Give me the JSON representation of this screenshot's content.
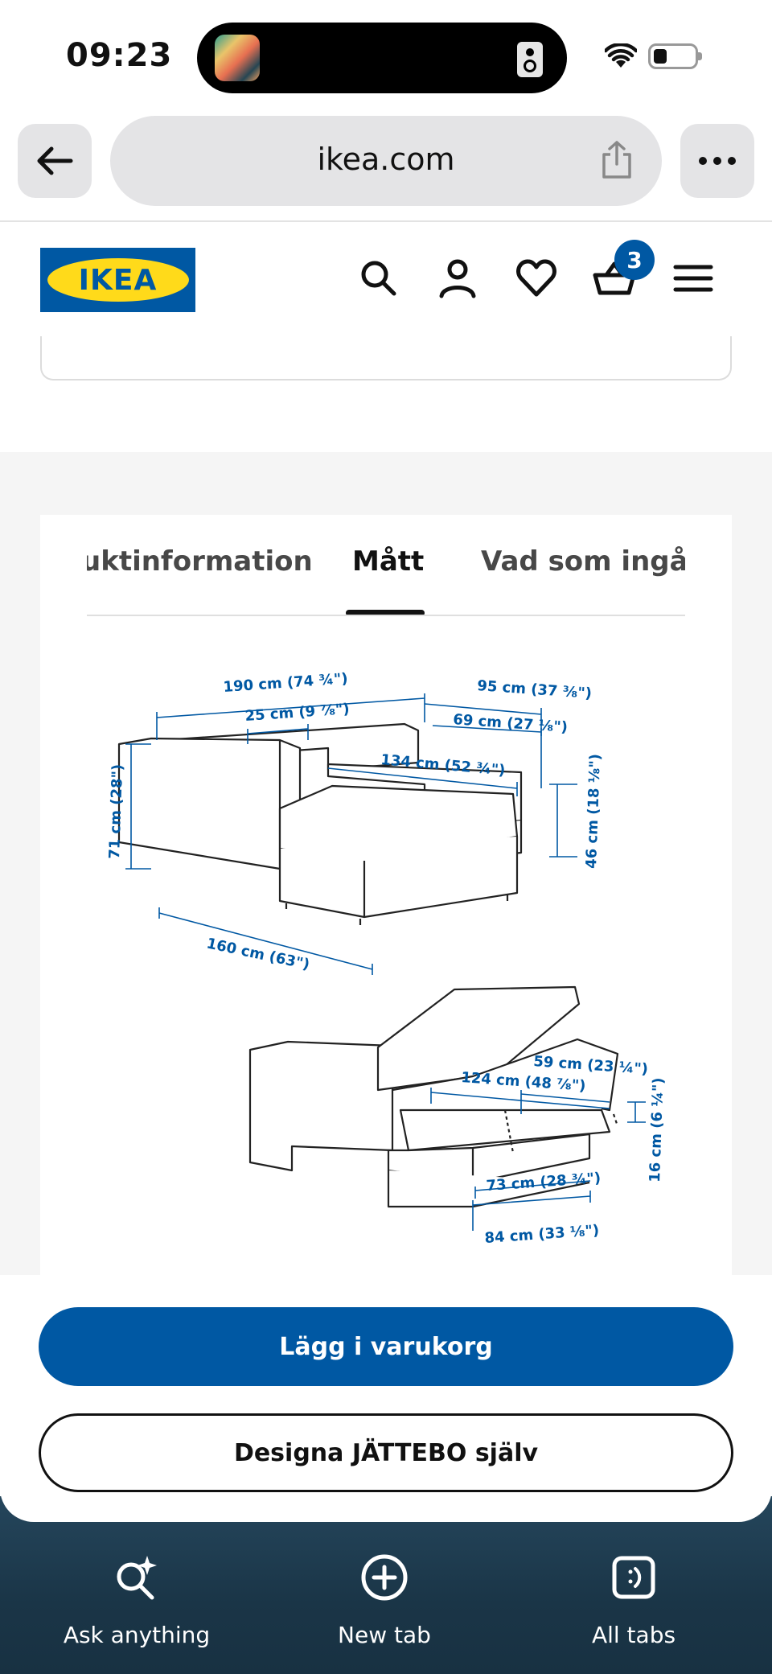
{
  "status_bar": {
    "time": "09:23",
    "icons": [
      "music-thumbnail-icon",
      "speaker-icon",
      "wifi-icon",
      "battery-icon"
    ]
  },
  "url_bar": {
    "url": "ikea.com",
    "icons": [
      "back-arrow-icon",
      "share-icon",
      "more-dots-icon"
    ]
  },
  "site_header": {
    "logo_text": "IKEA",
    "cart_count": "3",
    "icons": [
      "search-icon",
      "account-icon",
      "heart-icon",
      "cart-icon",
      "menu-icon"
    ],
    "colors": {
      "brand_blue": "#0058a3",
      "brand_yellow": "#ffda1a"
    }
  },
  "tabs": [
    {
      "label": "uktinformation",
      "active": false
    },
    {
      "label": "Mått",
      "active": true
    },
    {
      "label": "Vad som ingår",
      "active": false
    }
  ],
  "diagram": {
    "top_view": {
      "labels": [
        "190 cm (74 ¾\")",
        "95 cm (37 ⅜\")",
        "25 cm (9 ⅞\")",
        "69 cm (27 ⅛\")",
        "134 cm (52 ¾\")",
        "71 cm (28\")",
        "46 cm (18 ⅛\")",
        "160 cm (63\")"
      ]
    },
    "storage_view": {
      "labels": [
        "59 cm (23 ¼\")",
        "124 cm (48 ⅞\")",
        "16 cm (6 ¼\")",
        "73 cm (28 ¾\")",
        "84 cm (33 ⅛\")"
      ]
    },
    "dimension_color": "#0058a3"
  },
  "actions": {
    "primary_label": "Lägg i varukorg",
    "secondary_label": "Designa JÄTTEBO själv"
  },
  "toolbar": {
    "items": [
      {
        "label": "Ask anything",
        "icon": "ask-sparkle-icon"
      },
      {
        "label": "New tab",
        "icon": "plus-circle-icon"
      },
      {
        "label": "All tabs",
        "icon": "tabs-icon"
      }
    ]
  }
}
